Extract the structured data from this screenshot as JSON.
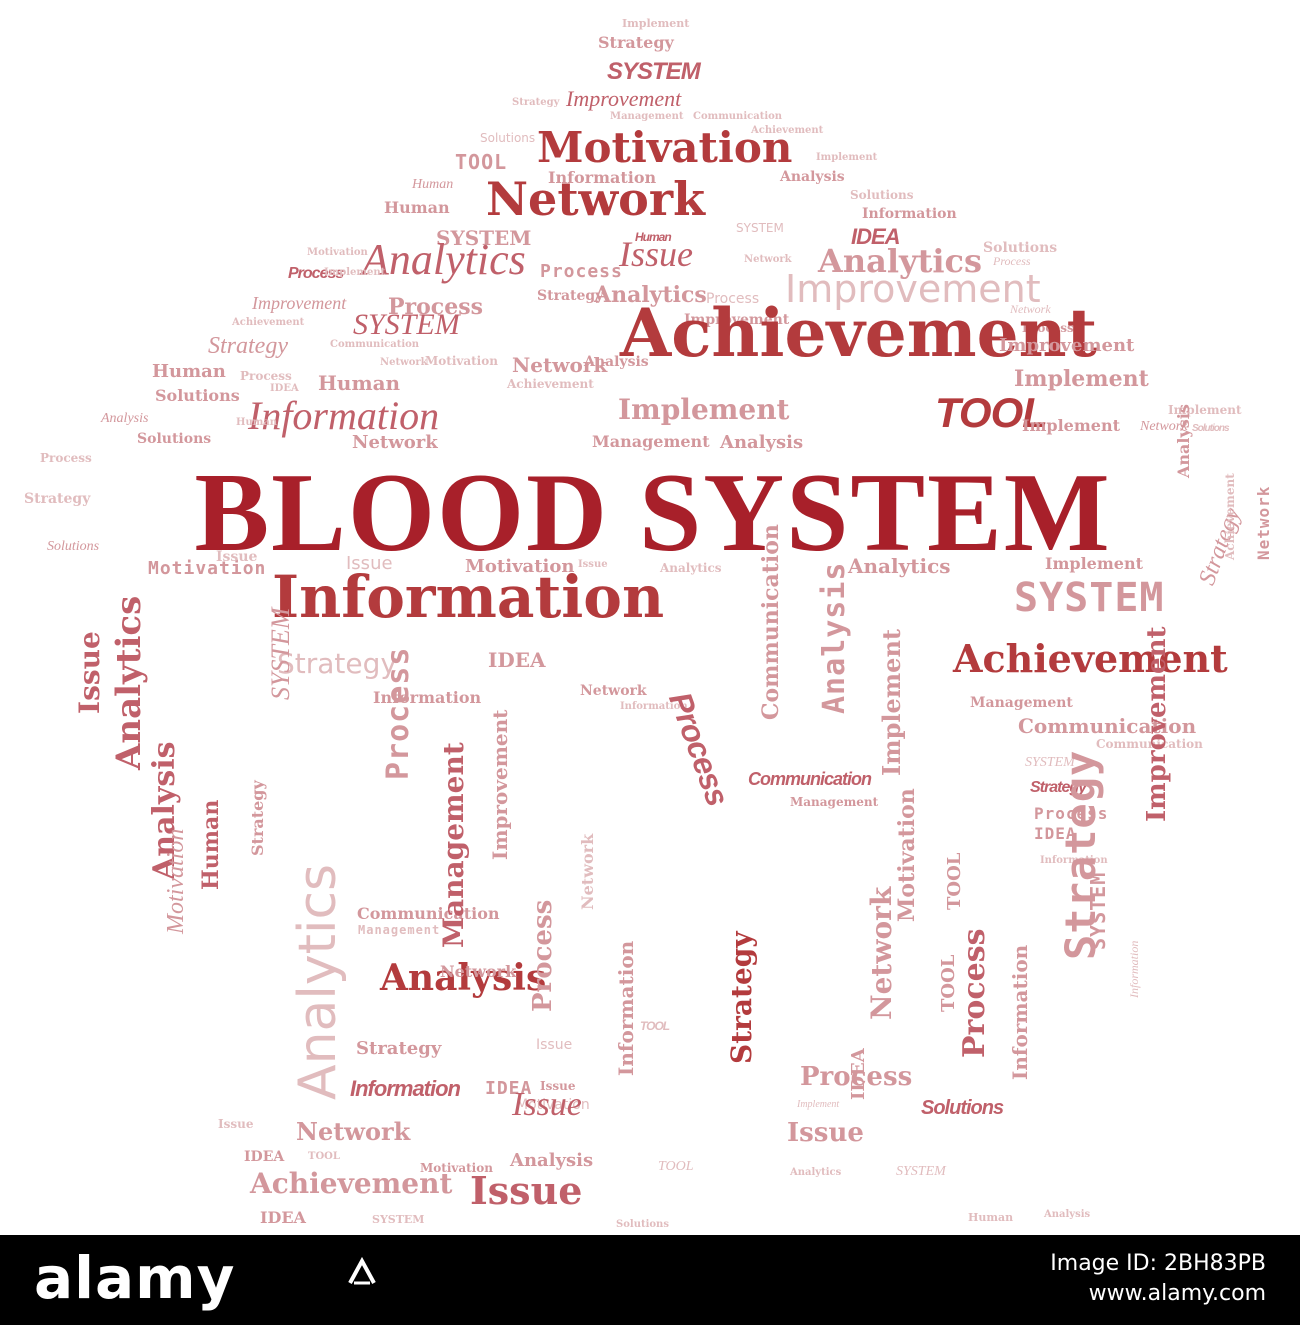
{
  "headline": "BLOOD SYSTEM",
  "colors": {
    "headline": "#a8202a",
    "dark": "#b33b3d",
    "mid": "#c0606a",
    "light": "#d3979c",
    "pale": "#e1bcbe",
    "footer_bg": "#000000"
  },
  "cloud_words": [
    "Implement",
    "Strategy",
    "SYSTEM",
    "Improvement",
    "Strategy",
    "Management",
    "Communication",
    "Achievement",
    "Solutions",
    "Motivation",
    "TOOL",
    "Implement",
    "Information",
    "Analysis",
    "Human",
    "Network",
    "Human",
    "Information",
    "Solutions",
    "SYSTEM",
    "SYSTEM",
    "Human",
    "IDEA",
    "Analytics",
    "Process",
    "Issue",
    "Analytics",
    "Solutions",
    "Process",
    "Implement",
    "Motivation",
    "Process",
    "Network",
    "Improvement",
    "Process",
    "Strategy",
    "Analytics",
    "Process",
    "Improvement",
    "Network",
    "Process",
    "Achievement",
    "Improvement",
    "SYSTEM",
    "Achievement",
    "Improvement",
    "Strategy",
    "Communication",
    "Network",
    "Motivation",
    "Network",
    "Analysis",
    "Human",
    "Process",
    "Human",
    "Achievement",
    "Implement",
    "IDEA",
    "Solutions",
    "Implement",
    "Information",
    "TOOL",
    "Analysis",
    "Human",
    "Network",
    "Solutions",
    "Management",
    "Analysis",
    "Implement",
    "Network",
    "Solutions",
    "Implement",
    "Process",
    "Strategy",
    "Solutions",
    "Motivation",
    "Issue",
    "Issue",
    "Motivation",
    "Issue",
    "Analytics",
    "Analytics",
    "Implement",
    "Information",
    "SYSTEM",
    "Strategy",
    "IDEA",
    "Achievement",
    "Information",
    "Network",
    "Information",
    "Management",
    "Communication",
    "Communication",
    "SYSTEM",
    "Strategy",
    "Process",
    "IDEA",
    "Information",
    "Communication",
    "Management",
    "Analysis",
    "Network",
    "Communication",
    "Management",
    "TOOL",
    "Issue",
    "Strategy",
    "Information",
    "IDEA",
    "Issue",
    "Motivation",
    "Issue",
    "Process",
    "Solutions",
    "Implement",
    "Issue",
    "Network",
    "Issue",
    "IDEA",
    "TOOL",
    "Motivation",
    "Analysis",
    "SYSTEM",
    "Analytics",
    "Achievement",
    "Issue",
    "IDEA",
    "SYSTEM",
    "TOOL",
    "Human",
    "Analysis",
    "Solutions",
    "Issue",
    "Analytics",
    "Analysis",
    "Motivation",
    "Human",
    "Analytics",
    "SYSTEM",
    "Strategy",
    "Process",
    "Management",
    "Improvement",
    "Process",
    "Network",
    "Information",
    "Process",
    "Strategy",
    "Communication",
    "Analysis",
    "Implement",
    "Motivation",
    "TOOL",
    "Process",
    "Information",
    "Strategy",
    "Improvement",
    "Strategy",
    "Network",
    "Analysis",
    "Achievement",
    "IDEA",
    "Network",
    "TOOL",
    "SYSTEM",
    "Information",
    "Analysis",
    "TOOL",
    "Analytics"
  ],
  "footer": {
    "brand": "alamy",
    "image_id": "Image ID: 2BH83PB",
    "url": "www.alamy.com"
  }
}
